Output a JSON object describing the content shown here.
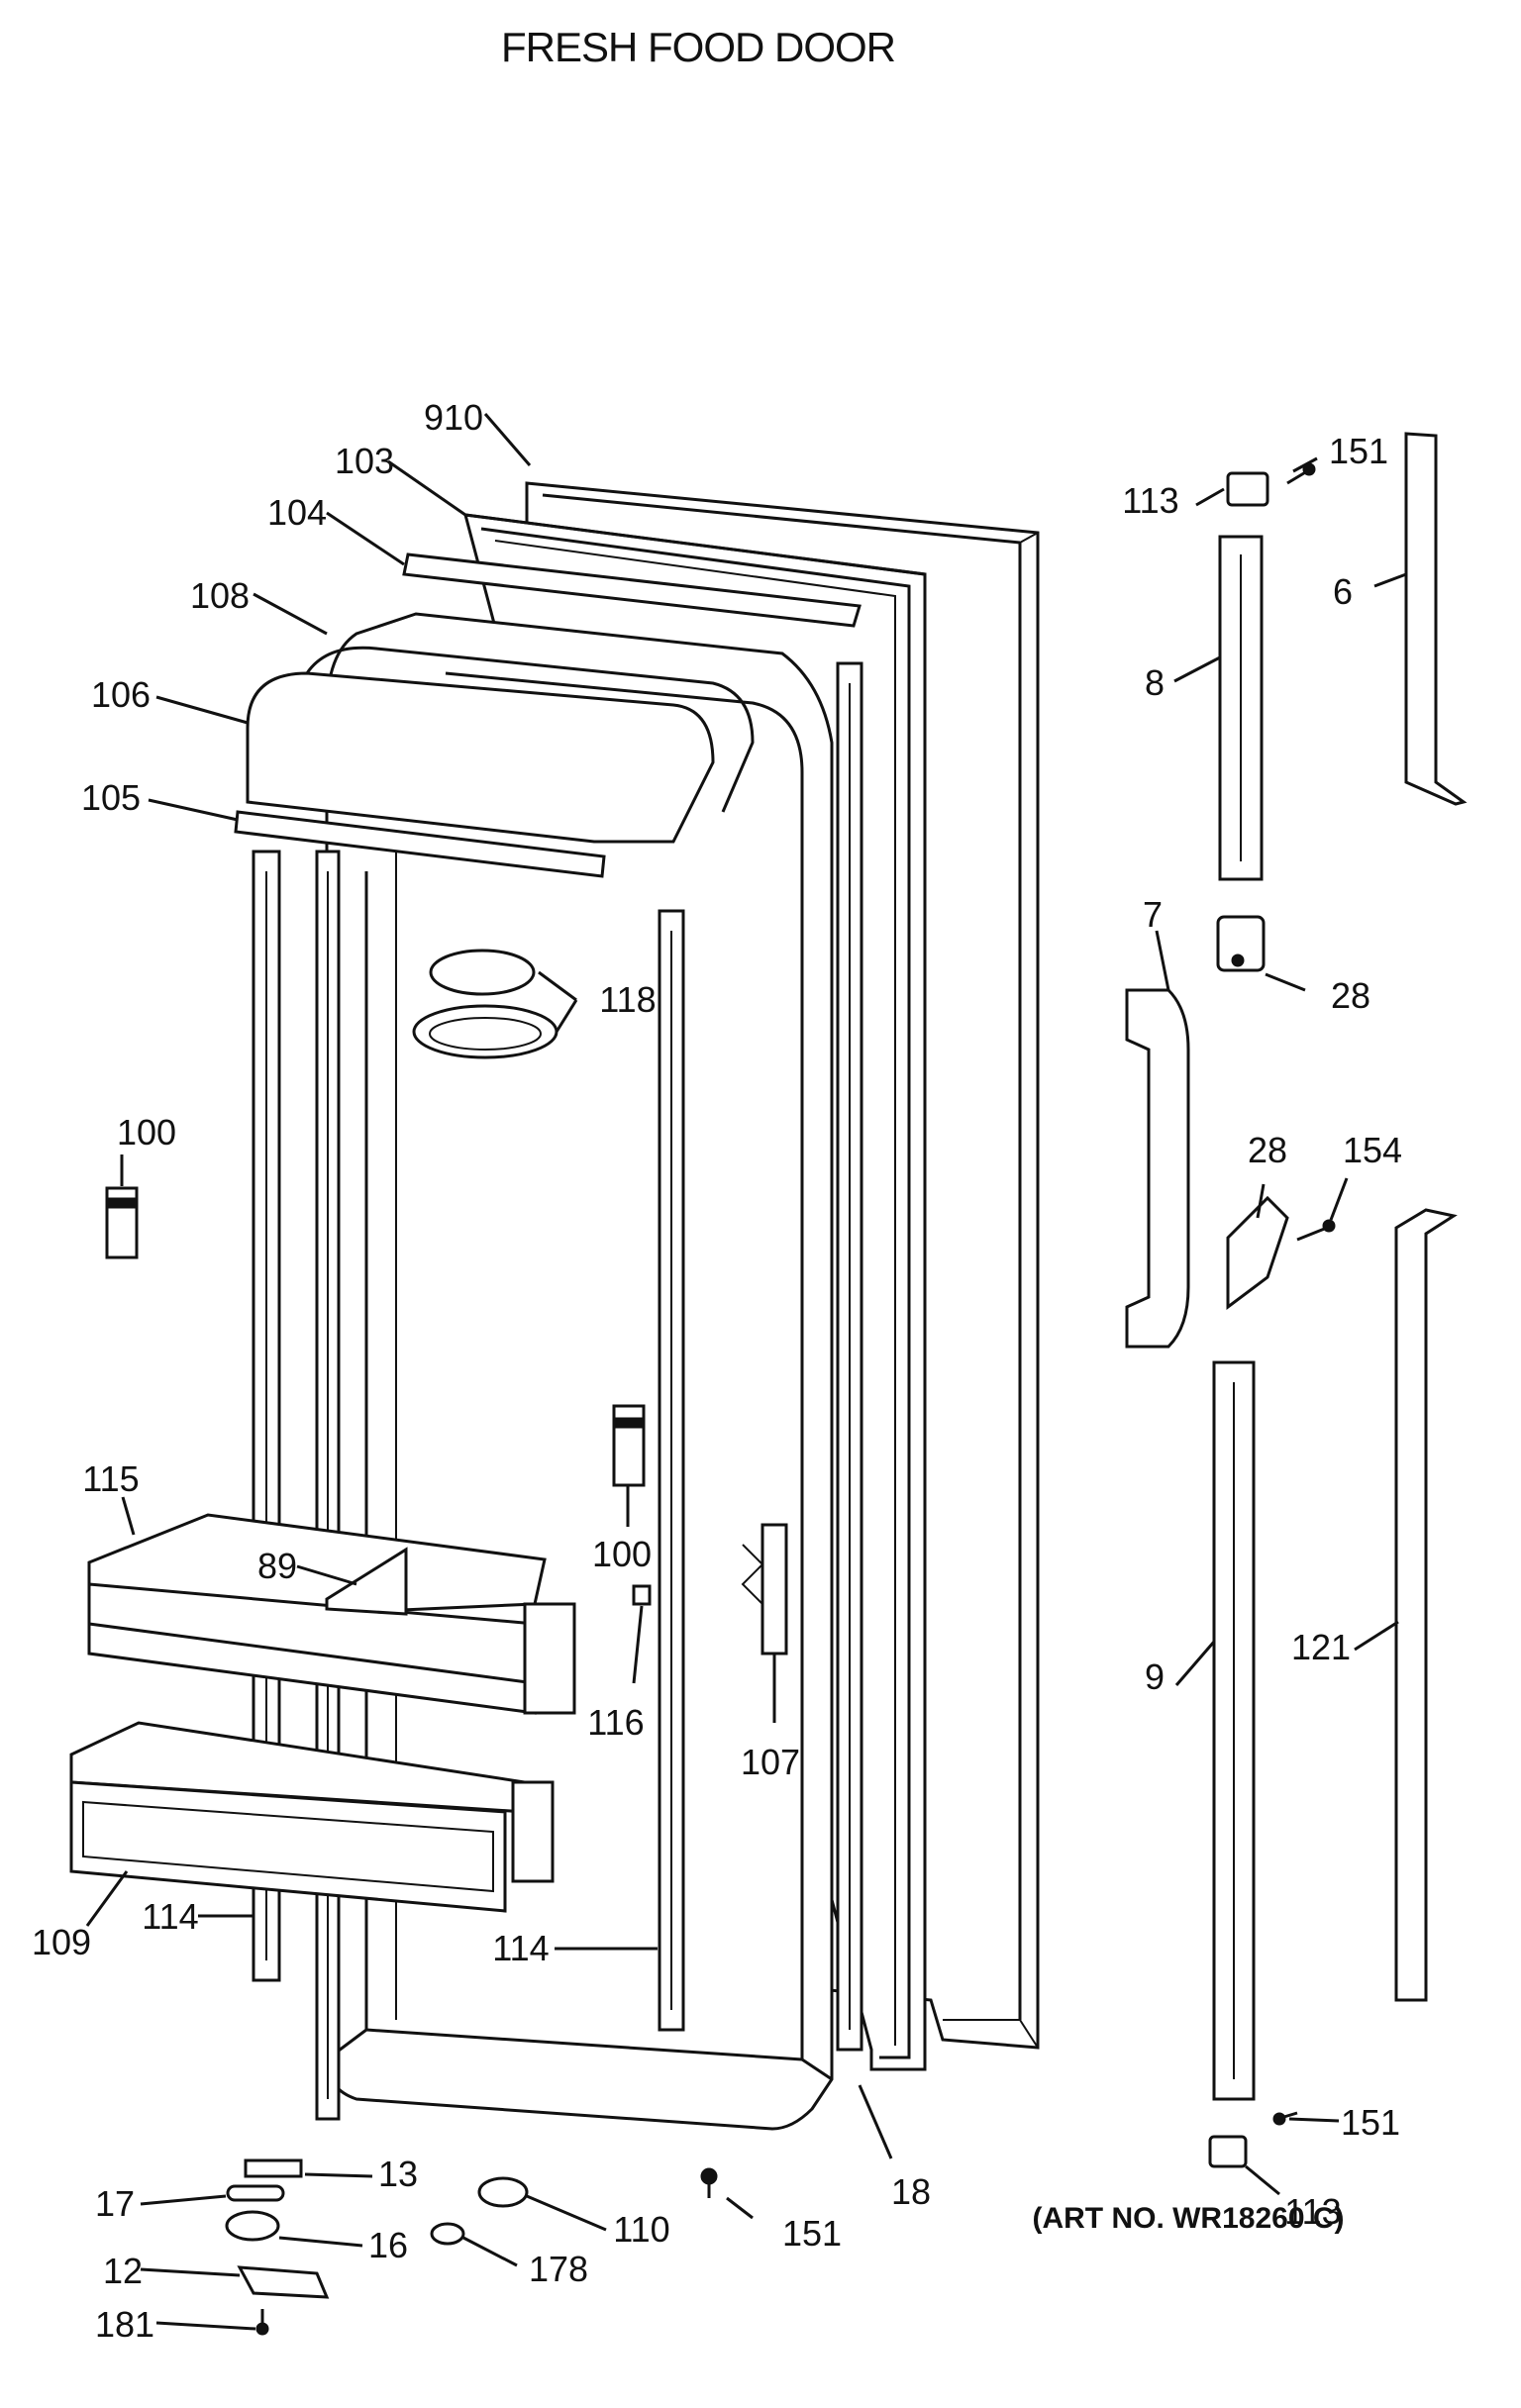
{
  "title": "FRESH FOOD DOOR",
  "art_number": "(ART NO. WR18260 C)",
  "callouts": {
    "c910": "910",
    "c103": "103",
    "c104": "104",
    "c108": "108",
    "c106": "106",
    "c105": "105",
    "c118": "118",
    "c100a": "100",
    "c100b": "100",
    "c115": "115",
    "c89": "89",
    "c116": "116",
    "c107": "107",
    "c109": "109",
    "c114a": "114",
    "c114b": "114",
    "c18": "18",
    "c151a": "151",
    "c151b": "151",
    "c151c": "151",
    "c113a": "113",
    "c113b": "113",
    "c6": "6",
    "c8": "8",
    "c7": "7",
    "c28a": "28",
    "c28b": "28",
    "c154": "154",
    "c9": "9",
    "c121": "121",
    "c13": "13",
    "c17": "17",
    "c16": "16",
    "c12": "12",
    "c181": "181",
    "c110": "110",
    "c178": "178"
  }
}
